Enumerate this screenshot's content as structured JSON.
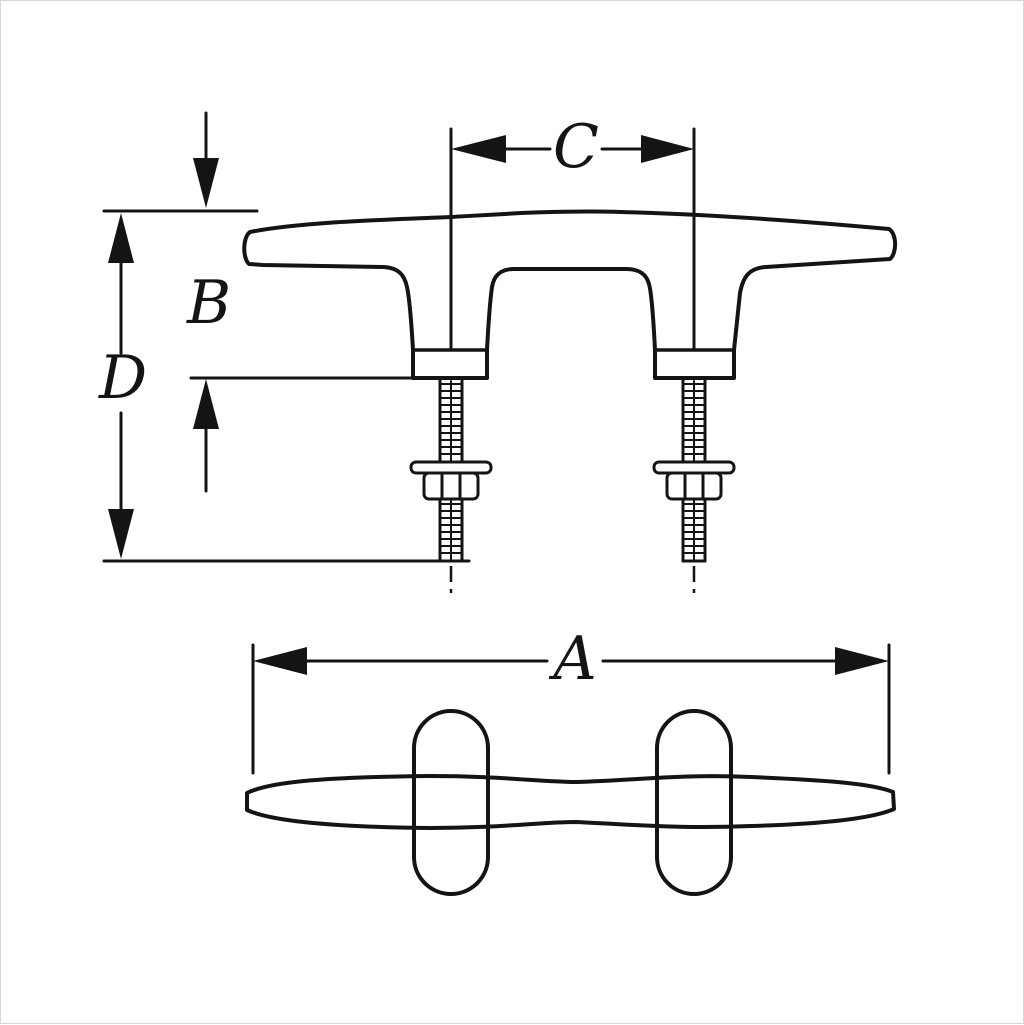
{
  "diagram": {
    "type": "technical-dimension-drawing",
    "subject": "dock-cleat-with-threaded-studs",
    "line_color": "#141414",
    "background_color": "#ffffff",
    "dimension_labels": {
      "a": "A",
      "b": "B",
      "c": "C",
      "d": "D"
    }
  }
}
